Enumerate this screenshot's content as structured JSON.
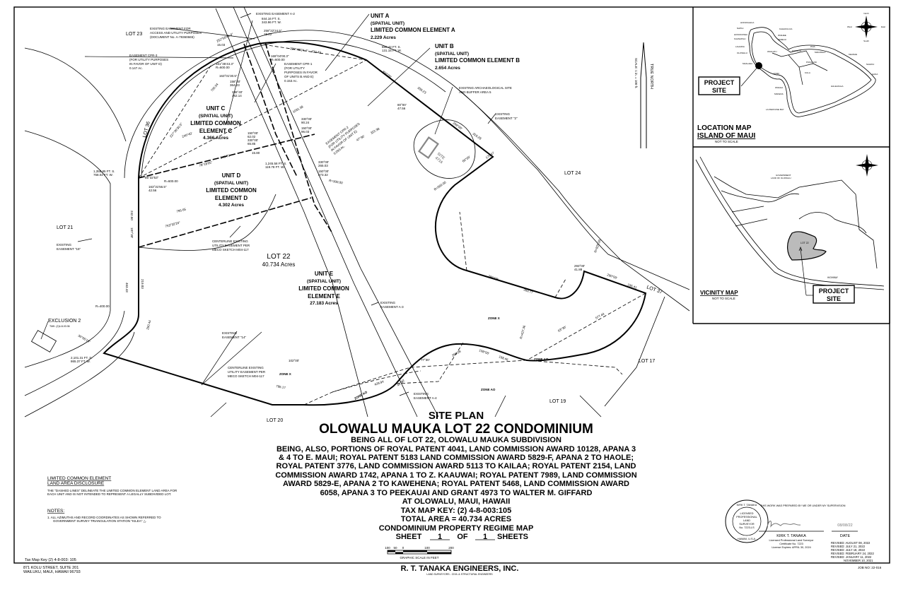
{
  "title_block": {
    "heading": "SITE PLAN",
    "title": "OLOWALU MAUKA LOT 22 CONDOMINIUM",
    "lines": [
      "BEING ALL OF LOT 22, OLOWALU MAUKA SUBDIVISION",
      "BEING, ALSO, PORTIONS OF ROYAL PATENT 4041, LAND COMMISSION AWARD 10128, APANA 3",
      "& 4 TO E. MAUI; ROYAL PATENT 5183 LAND COMMISSION AWARD 5829-F, APANA 2 TO HAOLE;",
      "ROYAL PATENT 3776, LAND COMMISSION AWARD 5113 TO KAILAA; ROYAL PATENT 2154, LAND",
      "COMMISSION AWARD 1742, APANA 1 TO Z. KAAUWAI; ROYAL PATENT 7989, LAND COMMISSION",
      "AWARD 5829-E, APANA 2 TO KAWEHENA; ROYAL PATENT 5468, LAND COMMISSION AWARD",
      "6058, APANA 3 TO PEEKAUAI AND GRANT 4973 TO WALTER M. GIFFARD",
      "AT OLOWALU, MAUI, HAWAII",
      "TAX MAP KEY: (2) 4-8-003:105",
      "TOTAL AREA = 40.734 ACRES",
      "CONDOMINIUM PROPERTY REGIME MAP"
    ],
    "sheet": {
      "prefix": "SHEET",
      "number": "1",
      "of": "OF",
      "total": "1",
      "suffix": "SHEETS"
    }
  },
  "scale_bar": {
    "ticks": [
      "100",
      "50",
      "0",
      "100",
      "200"
    ],
    "label": "GRAPHIC SCALE IN FEET"
  },
  "company": {
    "name": "R. T. TANAKA ENGINEERS, INC.",
    "tagline": "LAND   SURVEYORS   -   CIVIL  &  STRUCTURAL   ENGINEERS",
    "address": [
      "871 KOLU STREET, SUITE 201",
      "WAILUKU, MAUI, HAWAII 96793"
    ]
  },
  "tax_map_key_footer": "Tax Map Key (2) 4-8-003: 105",
  "disclosure": {
    "heading": [
      "LIMITED COMMON ELEMENT",
      "LAND AREA DISCLOSURE"
    ],
    "text": [
      "THE \"DASHED LINES\" DELINEATE THE LIMITED COMMON ELEMENT LAND AREA FOR",
      "EACH UNIT AND IS NOT INTENDED TO REPRESENT A LEGALLY SUBDIVIDED LOT."
    ]
  },
  "notes": {
    "heading": "NOTES:",
    "items": [
      "1.   ALL AZIMUTHS AND RECORD COORDINATES AS SHOWN REFERRED TO",
      "GOVERNMENT SURVEY TRIANGULATION STATION \"KILEA\" △."
    ]
  },
  "units": [
    {
      "name": "UNIT A",
      "type": "(SPATIAL UNIT)",
      "element": "LIMITED COMMON ELEMENT A",
      "acres": "2.229 Acres"
    },
    {
      "name": "UNIT B",
      "type": "(SPATIAL UNIT)",
      "element": "LIMITED COMMON ELEMENT B",
      "acres": "2.654 Acres"
    },
    {
      "name": "UNIT C",
      "type": "(SPATIAL UNIT)",
      "element": [
        "LIMITED COMMON",
        "ELEMENT C"
      ],
      "acres": "4.366 Acres"
    },
    {
      "name": "UNIT D",
      "type": "(SPATIAL UNIT)",
      "element": [
        "LIMITED COMMON",
        "ELEMENT D"
      ],
      "acres": "4.302 Acres"
    },
    {
      "name": "UNIT E",
      "type": "(SPATIAL UNIT)",
      "element": [
        "LIMITED COMMON",
        "ELEMENT E"
      ],
      "acres": "27.183 Acres"
    }
  ],
  "lot22": {
    "name": "LOT 22",
    "acres": "40.734 Acres"
  },
  "lots": [
    "LOT 23",
    "LOT 36",
    "LOT 21",
    "LOT 24",
    "LOT 37",
    "LOT 17",
    "LOT 19",
    "LOT 20"
  ],
  "zones": [
    "ZONE X",
    "ZONE X",
    "ZONE AO",
    "ZONE AO",
    "ZONE AO"
  ],
  "annotations": {
    "easement_a2": "EXISTING EASEMENT A-2",
    "easement_access": [
      "EXISTING EASEMENT FOR",
      "ACCESS AND UTILITY PURPOSES",
      "(DOCUMENT No. A-79360665)"
    ],
    "cpr3": [
      "EASEMENT CPR-3",
      "(FOR UTILITY PURPOSES",
      "IN FAVOR OF UNIT D)",
      "0.147 Ac."
    ],
    "cpr1": [
      "EASEMENT CPR-1",
      "(FOR UTILITY",
      "PURPOSES IN FAVOR",
      "OF UNITS B AND E)",
      "0.153 Ac."
    ],
    "cpr2": [
      "EASEMENT CPR-2",
      "(FOR UTILITY PURPOSES",
      "IN FAVOR OF UNIT E)",
      "0.093 Ac."
    ],
    "archaeo": [
      "EXISTING ARCHAEOLOGICAL SITE",
      "AND BUFFER AREA 5"
    ],
    "site": [
      "SITE",
      "4716"
    ],
    "easement_2": [
      "EXISTING",
      "EASEMENT \"2\""
    ],
    "easement_15": [
      "EXISTING",
      "EASEMENT \"15\""
    ],
    "easement_14": [
      "EXISTING",
      "EASEMENT \"14\""
    ],
    "easement_a3": [
      "EXISTING",
      "EASEMENT A-3"
    ],
    "easement_a4": [
      "EXISTING",
      "EASEMENT A-4"
    ],
    "centerline_1": [
      "CENTERLINE EXISTING",
      "UTILITY EASEMENT PER",
      "MECO SKETCH M04-117"
    ],
    "centerline_2": [
      "CENTERLINE EXISTING",
      "UTILITY EASEMENT PER",
      "MECO SKETCH M04-117"
    ],
    "exclusion": [
      "EXCLUSION 2",
      "TMK: (2)4-8-03:36"
    ],
    "coord_1": [
      "844.16 FT. S.",
      "343.96 FT. W."
    ],
    "coord_2": [
      "888.42 FT. S.",
      "131.15 FT. W."
    ],
    "coord_3": [
      "1,358.85 FT. S.",
      "768.02 FT. W."
    ],
    "coord_4": [
      "1,245.58 FT. S.",
      "119.78 FT. W."
    ],
    "coord_5": [
      "2,101.31 FT. S.",
      "865.37 FT. W."
    ]
  },
  "dimensions": [
    "258°22'24.5\"",
    "15.22",
    "252°58'46.9\"",
    "15.03",
    "228°48'24.4\"",
    "433.49",
    "169°04'00.3\"",
    "R=600.00",
    "161°35'43.3\"",
    "R=600.00",
    "163°01'30.5\"",
    "158°40'",
    "364.23",
    "338°40'",
    "362.14",
    "706.04",
    "1031.39",
    "227°36'30.5\"",
    "240°40'",
    "330°00'",
    "90.24",
    "150°00'",
    "96.03",
    "150°00'",
    "62.02",
    "330°00'",
    "65.85",
    "15.80",
    "849.70",
    "78°18'05\"",
    "85°32'53\"",
    "R=600.00",
    "163°31'56.5\"",
    "42.56",
    "330°00'",
    "265.03",
    "150°00'",
    "273.32",
    "R=300.00",
    "300°00'",
    "339.23",
    "80°00'",
    "47.56",
    "322.38",
    "47°30'",
    "299°00'",
    "319.28",
    "60°00'",
    "175.47",
    "R=550.00",
    "286°00'",
    "360.77",
    "293°00'",
    "41.88",
    "R=825.00",
    "290°00'",
    "195.41",
    "577.44",
    "63°30'",
    "168.46",
    "108°00'",
    "266.28",
    "77°30'",
    "R=427.36",
    "429.94",
    "49°30'",
    "102°00'",
    "795.17",
    "30°56'10\"",
    "250.44",
    "R=400.00",
    "463.43",
    "219.83",
    "242.50",
    "187°30'",
    "753°32'20\"",
    "795.65"
  ],
  "north_arrow": {
    "label": "TRUE NORTH",
    "scale": "SCALE: 1 in. = 100 ft."
  },
  "location_map": {
    "title": "LOCATION MAP",
    "subtitle": "ISLAND OF MAUI",
    "note": "NOT TO SCALE",
    "project_site": [
      "PROJECT",
      "SITE"
    ],
    "places": [
      "HONOKAHUA",
      "NAPILI",
      "HONOKOWAI",
      "KAANAPALI",
      "LAHAINA",
      "OLOWALU",
      "MAALAEA",
      "KAHAKULOA",
      "WAIHEE",
      "WAIEHU",
      "WAILUKU",
      "KAHULUI",
      "PAIA",
      "MAKAWAO",
      "PUKALANI",
      "KULA",
      "KIHEI",
      "WAILEA",
      "MAKENA",
      "LA PEROUSE BAY",
      "HALEAKALA",
      "KEANAE",
      "NAHIKU",
      "HANA"
    ]
  },
  "vicinity_map": {
    "title": "VICINITY MAP",
    "note": "NOT TO SCALE",
    "project_site": [
      "PROJECT",
      "SITE"
    ],
    "lot22": "LOT 22",
    "government_land": [
      "GOVERNMENT",
      "LAND OF OLOWALU"
    ],
    "highway": "HIGHWAY"
  },
  "compass": [
    "North",
    "East",
    "South",
    "West"
  ],
  "surveyor": {
    "statement": "THIS WORK WAS PREPARED BY ME OR UNDER MY SUPERVISION",
    "name": "KIRK T. TANAKA",
    "title": "Licensed Professional Land Surveyor",
    "certificate": "Certificate No. 7223",
    "license": "License Expires: APRIL 30, 2024",
    "date_label": "DATE",
    "date_value": "08/08/22",
    "seal": [
      "KIRK T. TANAKA",
      "LICENSED",
      "PROFESSIONAL",
      "LAND",
      "SURVEYOR",
      "No. 7223-LS",
      "HAWAII, U.S.A."
    ]
  },
  "revisions": [
    "REVISED:  AUGUST 08, 2022",
    "REVISED:  JULY 21, 2022",
    "REVISED:  JULY 18, 2022",
    "REVISED:  FEBRUARY 24, 2022",
    "REVISED:  JANUARY 11, 2022",
    "NOVEMBER 10, 2021"
  ],
  "job_no": "JOB NO: 22-016"
}
